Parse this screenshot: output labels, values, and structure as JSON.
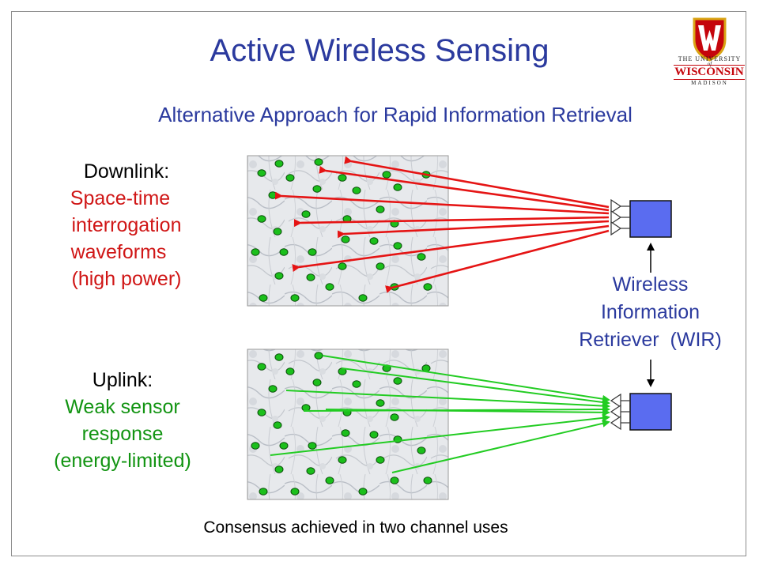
{
  "title": "Active Wireless Sensing",
  "subtitle": "Alternative Approach for Rapid Information Retrieval",
  "logo": {
    "line1": "THE UNIVERSITY",
    "line2": "WISCONSIN",
    "line3": "MADISON",
    "of": "of",
    "colors": {
      "red": "#c5050c",
      "gold": "#d9a414"
    }
  },
  "downlink": {
    "heading": "Downlink:",
    "lines": [
      "Space-time",
      "interrogation",
      "waveforms",
      "(high power)"
    ],
    "color": "#d01616"
  },
  "uplink": {
    "heading": "Uplink:",
    "lines": [
      "Weak sensor",
      "response",
      "(energy-limited)"
    ],
    "color": "#129412"
  },
  "wir": {
    "lines": [
      "Wireless",
      "Information",
      "Retriever  (WIR)"
    ],
    "color": "#2b3a9e",
    "box_color": "#5a6cf0"
  },
  "sensor_color": "#1bbf1b",
  "caption": "Consensus achieved in two channel uses"
}
